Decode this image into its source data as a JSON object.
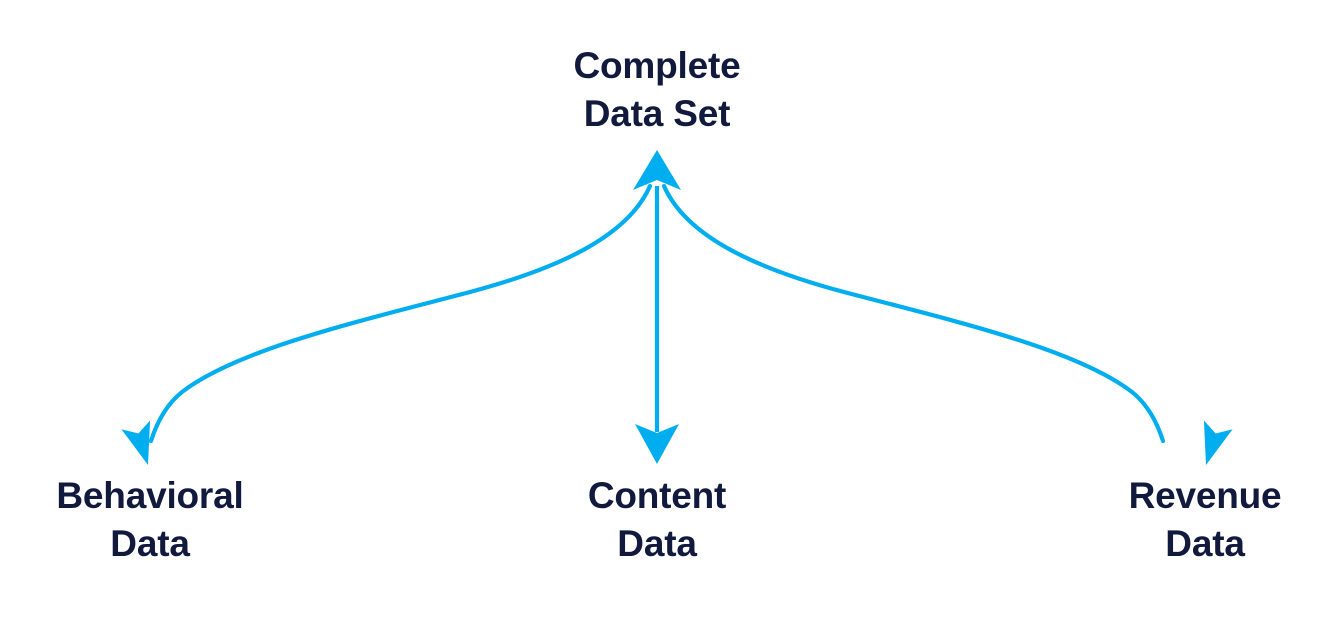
{
  "diagram": {
    "type": "hierarchy-split",
    "background_color": "#ffffff",
    "arrow_color": "#00aeef",
    "text_color": "#111a3d",
    "root": {
      "id": "complete-data-set",
      "line1": "Complete",
      "line2": "Data Set"
    },
    "children": [
      {
        "id": "behavioral-data",
        "line1": "Behavioral",
        "line2": "Data"
      },
      {
        "id": "content-data",
        "line1": "Content",
        "line2": "Data"
      },
      {
        "id": "revenue-data",
        "line1": "Revenue",
        "line2": "Data"
      }
    ],
    "connectors": [
      {
        "id": "connector-left",
        "from": "complete-data-set",
        "to": "behavioral-data",
        "shape": "s-curve",
        "arrowheads": "both"
      },
      {
        "id": "connector-center",
        "from": "complete-data-set",
        "to": "content-data",
        "shape": "straight",
        "arrowheads": "both"
      },
      {
        "id": "connector-right",
        "from": "complete-data-set",
        "to": "revenue-data",
        "shape": "s-curve",
        "arrowheads": "both"
      }
    ]
  }
}
